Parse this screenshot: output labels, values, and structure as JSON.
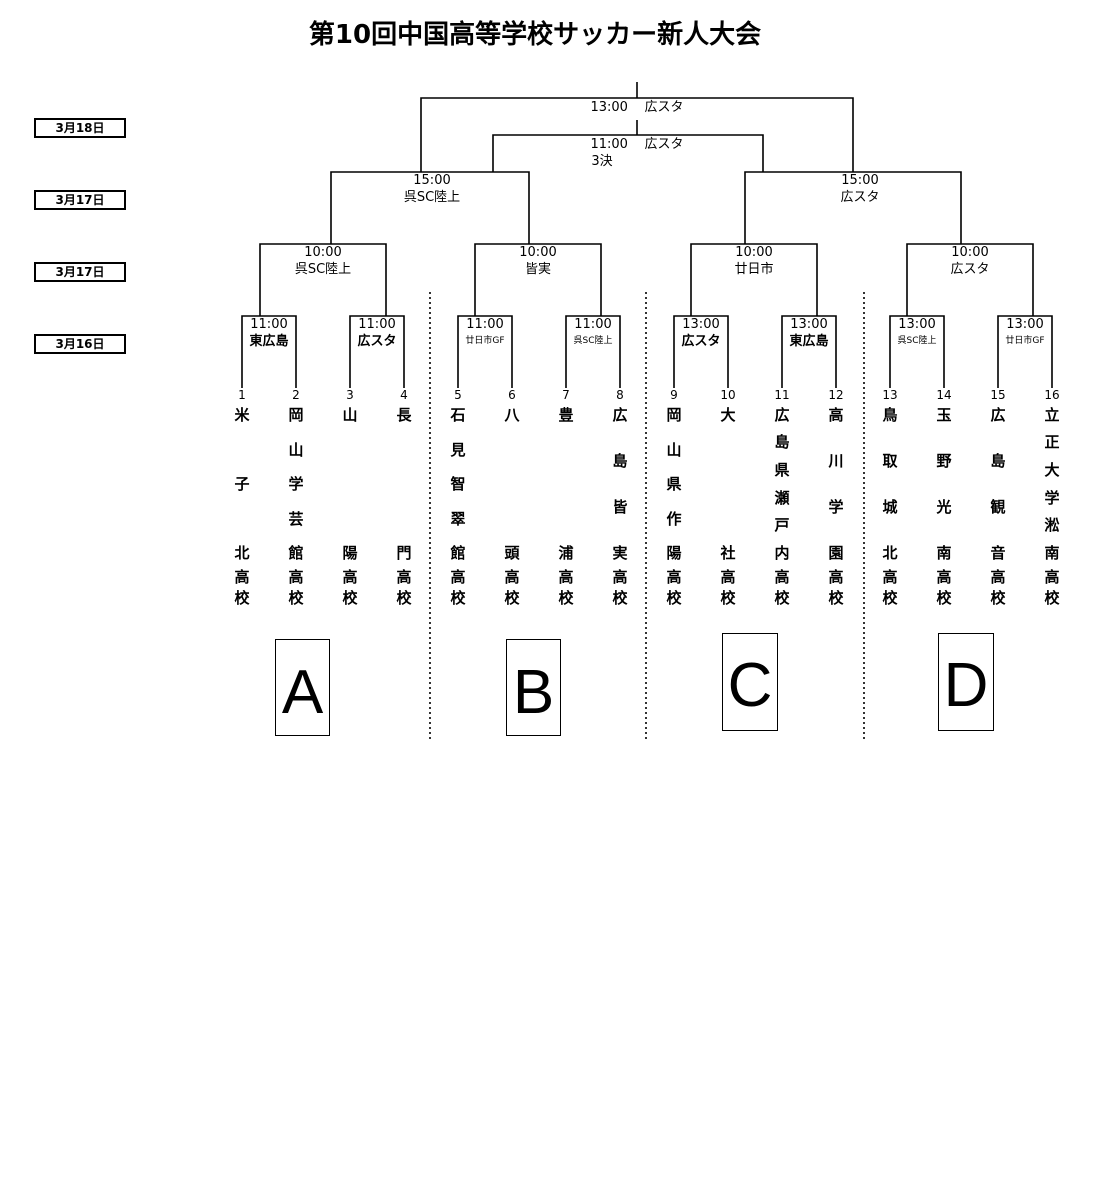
{
  "title": "第10回中国高等学校サッカー新人大会",
  "dates": [
    {
      "label": "3月18日"
    },
    {
      "label": "3月17日"
    },
    {
      "label": "3月17日"
    },
    {
      "label": "3月16日"
    }
  ],
  "matches": {
    "final": {
      "time": "13:00",
      "venue": "広スタ"
    },
    "third": {
      "time": "11:00",
      "venue": "広スタ",
      "note": "3決"
    },
    "semi_left": {
      "time": "15:00",
      "venue": "呉SC陸上"
    },
    "semi_right": {
      "time": "15:00",
      "venue": "広スタ"
    },
    "qf": [
      {
        "time": "10:00",
        "venue": "呉SC陸上"
      },
      {
        "time": "10:00",
        "venue": "皆実"
      },
      {
        "time": "10:00",
        "venue": "廿日市"
      },
      {
        "time": "10:00",
        "venue": "広スタ"
      }
    ],
    "r1": [
      {
        "time": "11:00",
        "venue": "東広島"
      },
      {
        "time": "11:00",
        "venue": "広スタ"
      },
      {
        "time": "11:00",
        "venue": "廿日市GF"
      },
      {
        "time": "11:00",
        "venue": "呉SC陸上"
      },
      {
        "time": "13:00",
        "venue": "広スタ"
      },
      {
        "time": "13:00",
        "venue": "東広島"
      },
      {
        "time": "13:00",
        "venue": "呉SC陸上"
      },
      {
        "time": "13:00",
        "venue": "廿日市GF"
      }
    ]
  },
  "teams": [
    {
      "num": "1",
      "chars": [
        "米",
        "",
        "子",
        "",
        "北",
        "高",
        "校"
      ]
    },
    {
      "num": "2",
      "chars": [
        "岡",
        "山",
        "学",
        "芸",
        "館",
        "高",
        "校"
      ]
    },
    {
      "num": "3",
      "chars": [
        "山",
        "",
        "",
        "",
        "陽",
        "高",
        "校"
      ]
    },
    {
      "num": "4",
      "chars": [
        "長",
        "",
        "",
        "",
        "門",
        "高",
        "校"
      ]
    },
    {
      "num": "5",
      "chars": [
        "石",
        "見",
        "智",
        "翠",
        "館",
        "高",
        "校"
      ]
    },
    {
      "num": "6",
      "chars": [
        "八",
        "",
        "",
        "",
        "頭",
        "高",
        "校"
      ]
    },
    {
      "num": "7",
      "chars": [
        "豊",
        "",
        "",
        "",
        "浦",
        "高",
        "校"
      ]
    },
    {
      "num": "8",
      "chars": [
        "広",
        "",
        "島",
        "",
        "皆",
        "",
        "実",
        "高",
        "校"
      ]
    },
    {
      "num": "9",
      "chars": [
        "岡",
        "山",
        "県",
        "作",
        "陽",
        "高",
        "校"
      ]
    },
    {
      "num": "10",
      "chars": [
        "大",
        "",
        "",
        "",
        "社",
        "高",
        "校"
      ]
    },
    {
      "num": "11",
      "chars": [
        "広",
        "島",
        "県",
        "瀬",
        "戸",
        "内",
        "高",
        "校"
      ]
    },
    {
      "num": "12",
      "chars": [
        "高",
        "",
        "川",
        "",
        "学",
        "",
        "園",
        "高",
        "校"
      ]
    },
    {
      "num": "13",
      "chars": [
        "鳥",
        "",
        "取",
        "",
        "城",
        "",
        "北",
        "高",
        "校"
      ]
    },
    {
      "num": "14",
      "chars": [
        "玉",
        "",
        "野",
        "",
        "光",
        "",
        "南",
        "高",
        "校"
      ]
    },
    {
      "num": "15",
      "chars": [
        "広",
        "",
        "島",
        "",
        "観",
        "",
        "音",
        "高",
        "校"
      ]
    },
    {
      "num": "16",
      "chars": [
        "立",
        "正",
        "大",
        "学",
        "淞",
        "南",
        "高",
        "校"
      ]
    }
  ],
  "blocks": [
    "A",
    "B",
    "C",
    "D"
  ]
}
